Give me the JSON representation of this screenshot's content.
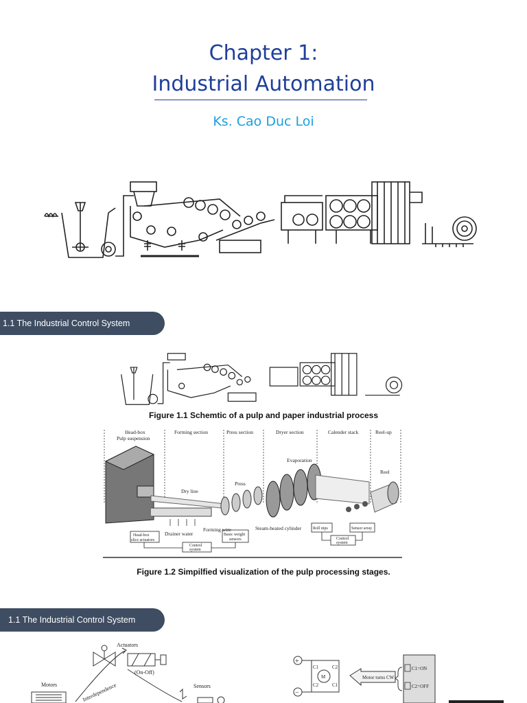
{
  "title": {
    "line1": "Chapter 1:",
    "line2": "Industrial Automation",
    "author": "Ks. Cao Duc Loi"
  },
  "sections": [
    {
      "label": "1.1 The Industrial Control System"
    },
    {
      "label": "1.1 The Industrial Control System"
    }
  ],
  "figures": {
    "fig1_caption": "Figure 1.1  Schemtic of a pulp and paper industrial process",
    "fig2_caption": "Figure 1.2  Simpilfied visualization of the pulp processing stages.",
    "fig2_labels": {
      "headbox": "Head-box",
      "pulp": "Pulp suspension",
      "forming": "Forming section",
      "press_section": "Press section",
      "dryer": "Dryer section",
      "calender": "Calender stack",
      "reelup": "Reel-up",
      "evaporation": "Evaporation",
      "reel": "Reel",
      "dryline": "Dry line",
      "press": "Press",
      "drainer": "Drainer water",
      "forming_wire": "Forming wire",
      "steam": "Steam-heated cylinder",
      "headbox_act1": "Head-box",
      "headbox_act2": "slice actuators",
      "basic1": "Basic weight",
      "basic2": "sensors",
      "control1": "Control",
      "control2": "system",
      "roll_nips": "Roll nips",
      "sensor_array": "Sensor array",
      "control3": "Control",
      "control4": "system"
    },
    "fig3_labels": {
      "actuators": "Actuators",
      "onoff": "(On-Off)",
      "motors": "Motors",
      "interdependence": "Interdependence",
      "sensors": "Sensors"
    },
    "fig4_labels": {
      "plus": "+",
      "minus": "−",
      "c1a": "C1",
      "c2a": "C2",
      "c2b": "C2",
      "c1b": "C1",
      "motor": "M",
      "motor_cw": "Motor turns CW",
      "c1on": "C1=ON",
      "c2off": "C2=OFF"
    }
  }
}
